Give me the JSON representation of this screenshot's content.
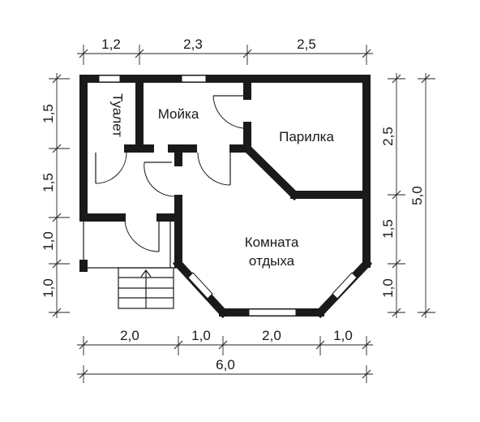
{
  "rooms": {
    "toilet": "Туалет",
    "sink": "Мойка",
    "steam": "Парилка",
    "rest_line1": "Комната",
    "rest_line2": "отдыха"
  },
  "dimensions": {
    "top": [
      "1,2",
      "2,3",
      "2,5"
    ],
    "bottom": [
      "2,0",
      "1,0",
      "2,0",
      "1,0"
    ],
    "total_width": "6,0",
    "left": [
      "1,5",
      "1,5",
      "1,0",
      "1,0"
    ],
    "right_inner": [
      "2,5",
      "1,5",
      "1,0"
    ],
    "total_height": "5,0"
  }
}
